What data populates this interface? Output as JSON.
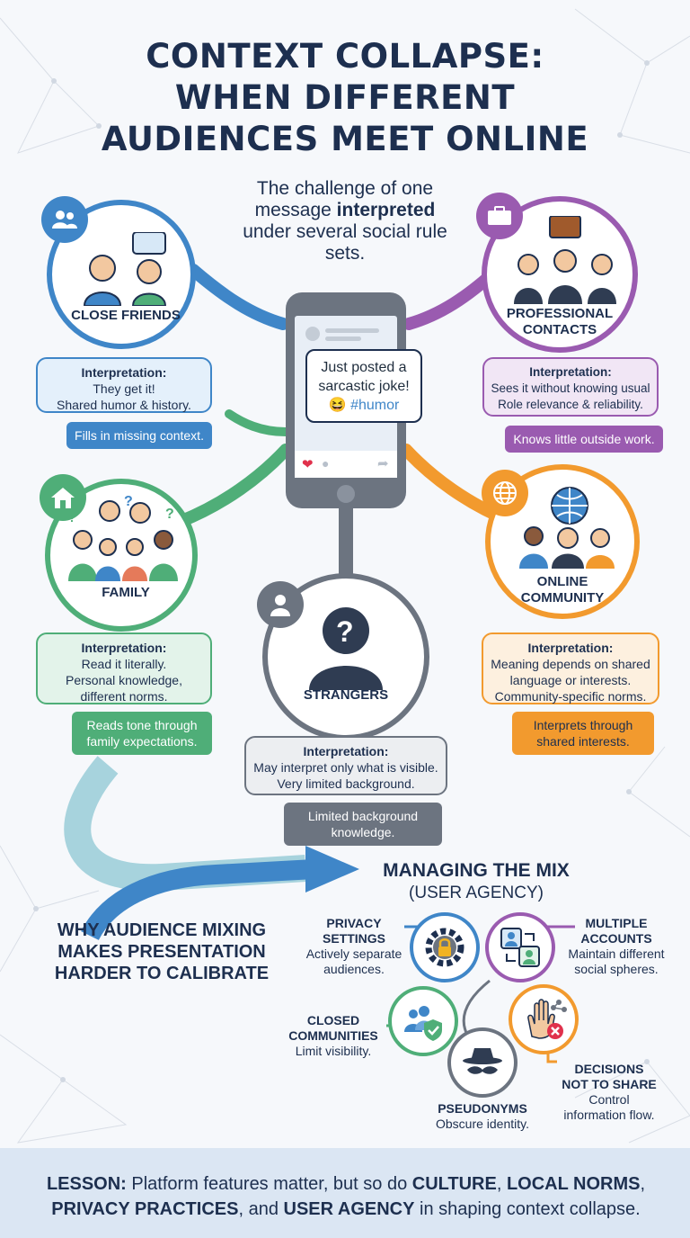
{
  "title": {
    "line1": "CONTEXT COLLAPSE:",
    "line2": "WHEN DIFFERENT",
    "line3": "AUDIENCES MEET ONLINE"
  },
  "subtitle": {
    "part1": "The challenge of one message ",
    "bold": "interpreted",
    "part2": " under several social rule sets."
  },
  "phone": {
    "post_line1": "Just posted a",
    "post_line2": "sarcastic joke!",
    "hashtag": "#humor"
  },
  "audiences": {
    "close_friends": {
      "label": "CLOSE FRIENDS",
      "heading": "Interpretation:",
      "line1": "They get it!",
      "line2": "Shared humor & history.",
      "tag": "Fills in missing context.",
      "color": "#3f86c8"
    },
    "professional": {
      "label1": "PROFESSIONAL",
      "label2": "CONTACTS",
      "heading": "Interpretation:",
      "line1": "Sees it without knowing usual",
      "line2": "Role relevance & reliability.",
      "tag": "Knows little outside work.",
      "color": "#9a5bb0"
    },
    "family": {
      "label": "FAMILY",
      "heading": "Interpretation:",
      "line1": "Read it literally.",
      "line2": "Personal knowledge,",
      "line3": "different norms.",
      "tag_line1": "Reads tone through",
      "tag_line2": "family expectations.",
      "color": "#4fae78"
    },
    "online_community": {
      "label1": "ONLINE",
      "label2": "COMMUNITY",
      "heading": "Interpretation:",
      "line1": "Meaning depends on shared",
      "line2": "language or interests.",
      "line3": "Community-specific norms.",
      "tag_line1": "Interprets through",
      "tag_line2": "shared interests.",
      "color": "#f29a2e"
    },
    "strangers": {
      "label": "STRANGERS",
      "heading": "Interpretation:",
      "line1": "May interpret only what is visible.",
      "line2": "Very limited background.",
      "tag_line1": "Limited background",
      "tag_line2": "knowledge.",
      "color": "#6c7480"
    }
  },
  "why": {
    "line1": "WHY AUDIENCE MIXING",
    "line2": "MAKES PRESENTATION",
    "line3": "HARDER TO CALIBRATE"
  },
  "managing": {
    "title": "MANAGING THE MIX",
    "subtitle": "(USER AGENCY)",
    "privacy": {
      "h1": "PRIVACY",
      "h2": "SETTINGS",
      "d1": "Actively separate",
      "d2": "audiences."
    },
    "multiple": {
      "h1": "MULTIPLE",
      "h2": "ACCOUNTS",
      "d1": "Maintain different",
      "d2": "social spheres."
    },
    "closed": {
      "h1": "CLOSED",
      "h2": "COMMUNITIES",
      "d1": "Limit visibility."
    },
    "pseudonyms": {
      "h1": "PSEUDONYMS",
      "d1": "Obscure identity."
    },
    "decisions": {
      "h1": "DECISIONS",
      "h2": "NOT TO SHARE",
      "d1": "Control",
      "d2": "information flow."
    }
  },
  "lesson": {
    "label": "LESSON:",
    "t1": " Platform features matter, but so do ",
    "b1": "CULTURE",
    "t2": ", ",
    "b2": "LOCAL NORMS",
    "t3": ", ",
    "b3": "PRIVACY PRACTICES",
    "t4": ", and ",
    "b4": "USER AGENCY",
    "t5": " in shaping context collapse."
  },
  "icons": [
    "users-chat-icon",
    "briefcase-icon",
    "house-icon",
    "globe-icon",
    "person-icon",
    "smartphone-icon",
    "lock-gear-icon",
    "accounts-switch-icon",
    "group-shield-icon",
    "spy-icon",
    "hand-stop-icon",
    "heart-icon",
    "comment-icon",
    "share-icon",
    "question-icon"
  ]
}
